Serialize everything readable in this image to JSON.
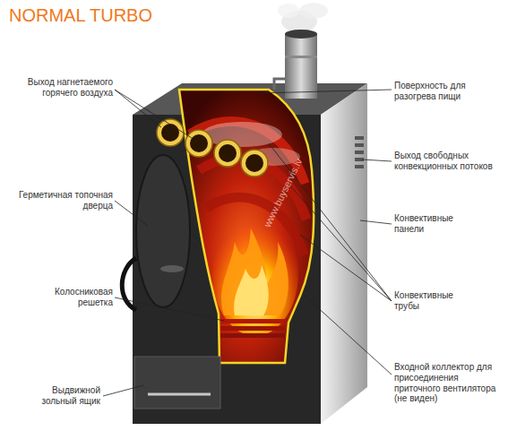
{
  "diagram": {
    "title": "NORMAL TURBO",
    "labels": [
      "Выход нагнетаемого горячего воздуха",
      "Поверхность для разогрева пищи",
      "Выход свободных конвекционных потоков",
      "Герметичная топочная дверца",
      "Конвективные панели",
      "Колосниковая решетка",
      "Конвективные трубы",
      "Входной коллектор для присоединения приточного вентилятора (не виден)",
      "Выдвижной зольный ящик",
      "www.buyservis.lv"
    ]
  }
}
